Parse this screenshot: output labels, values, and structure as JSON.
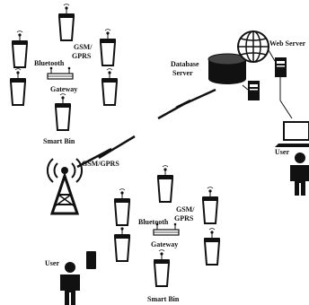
{
  "labels": {
    "bluetooth": "Bluetooth",
    "gsm": "GSM/",
    "gprs": "GPRS",
    "gateway": "Gateway",
    "smart_bin": "Smart Bin",
    "tower_link": "GSM/GPRS",
    "database": "Database",
    "server": "Server",
    "web_server": "Web Server",
    "user": "User"
  },
  "colors": {
    "ink": "#111111",
    "paper": "#ffffff"
  },
  "icons": [
    "smart-bin-icon",
    "gateway-icon",
    "cell-tower-icon",
    "database-icon",
    "globe-icon",
    "server-icon",
    "laptop-icon",
    "user-icon",
    "phone-icon",
    "lightning-link-icon"
  ]
}
